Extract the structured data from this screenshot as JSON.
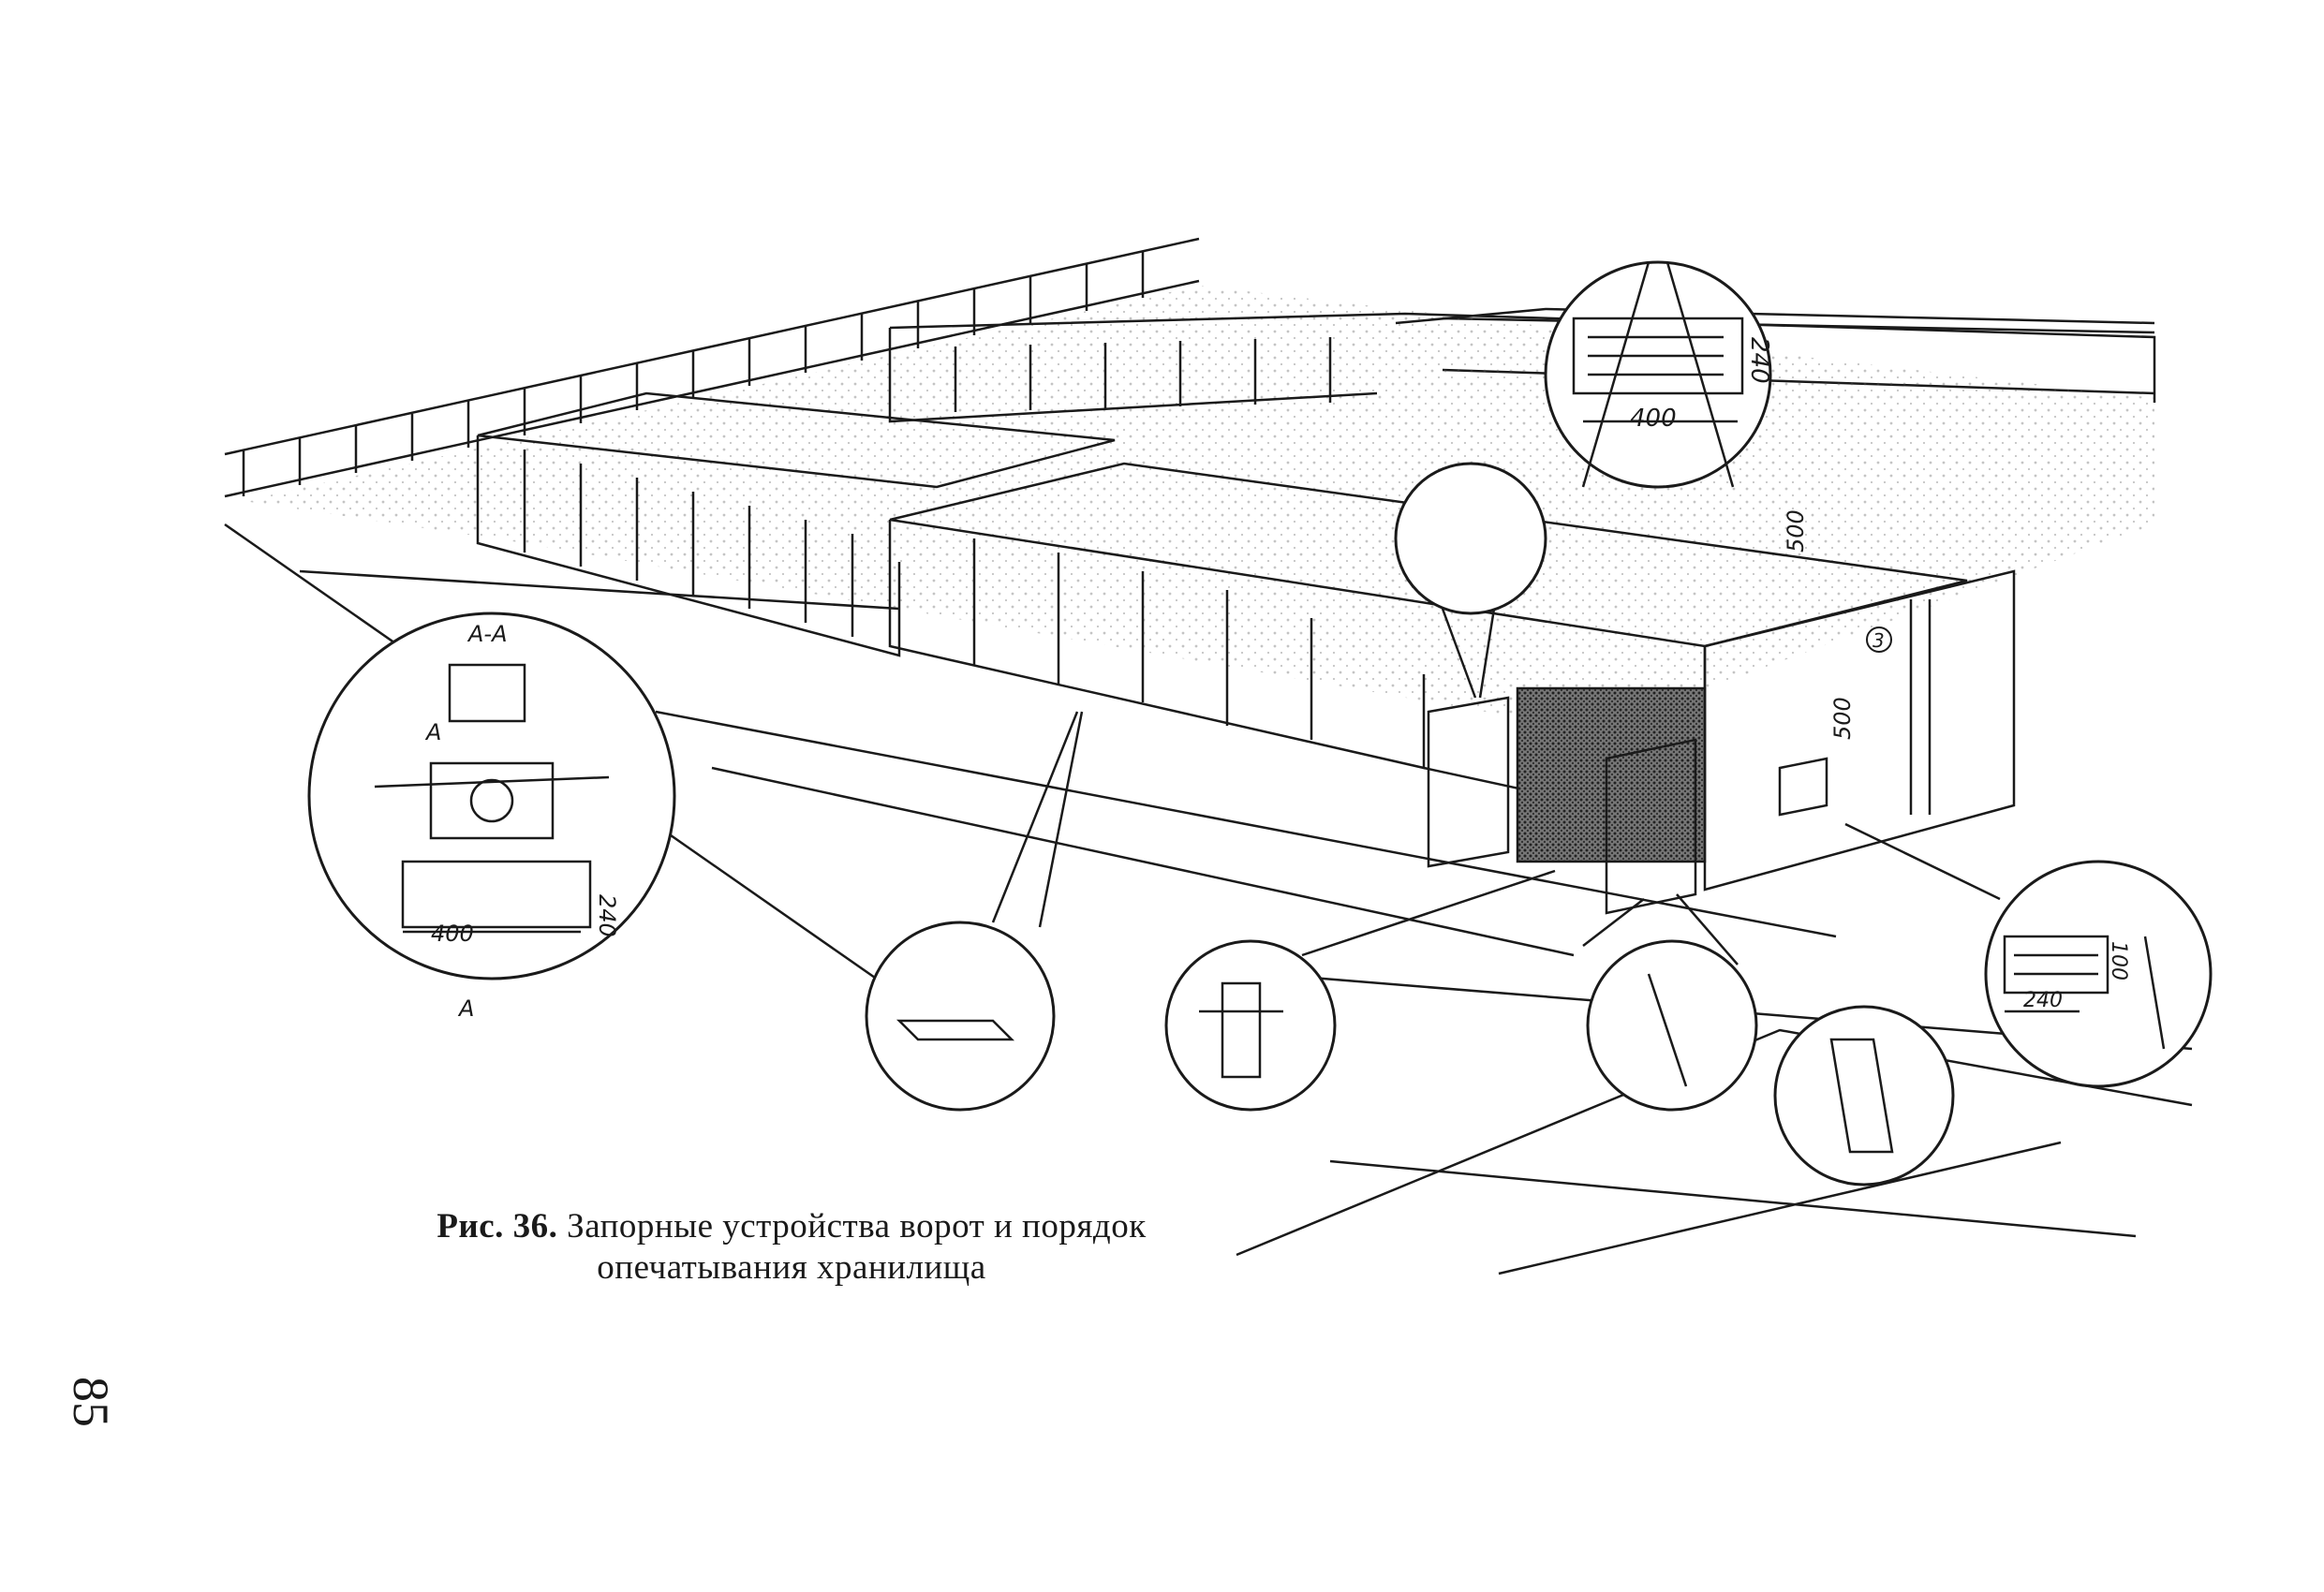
{
  "caption": {
    "prefix": "Рис. 36.",
    "line1_rest": "Запорные устройства ворот и порядок",
    "line2": "опечатывания хранилища"
  },
  "page_number": "85",
  "callouts": {
    "section_label": "А-А",
    "arrow_label_a": "А",
    "seal_left": {
      "width": "400",
      "height": "240"
    },
    "seal_top": {
      "width": "400",
      "height": "240"
    },
    "seal_right": {
      "width": "240",
      "height": "100"
    },
    "dim_upper": "500",
    "dim_lower": "500",
    "marker_circle": "3"
  },
  "colors": {
    "ink": "#1a1a1a",
    "paper": "#ffffff",
    "stipple": "#555555"
  }
}
